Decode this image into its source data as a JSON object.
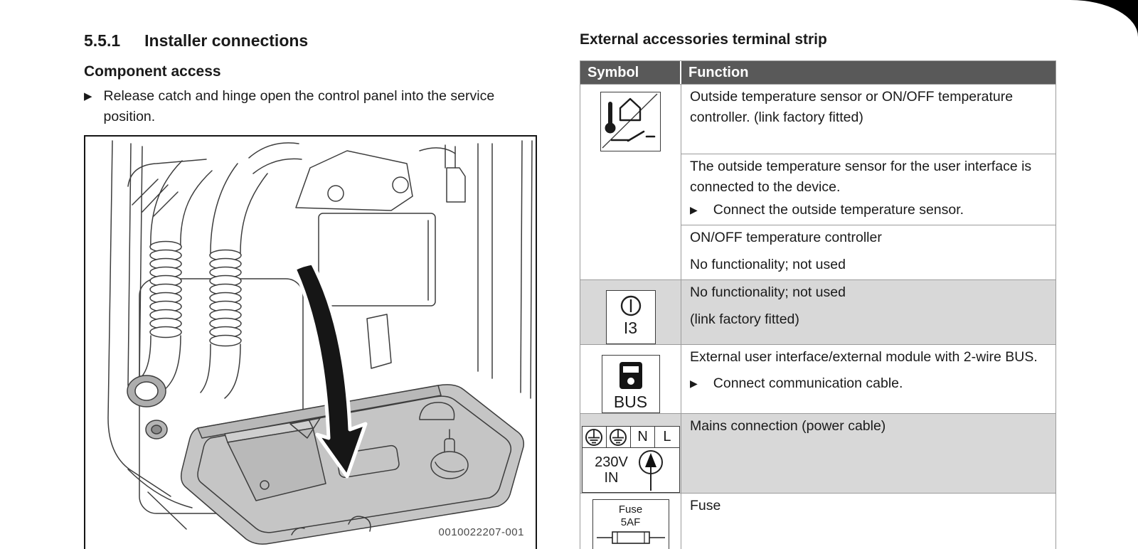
{
  "section": {
    "number": "5.5.1",
    "title": "Installer connections"
  },
  "component_access": {
    "heading": "Component access",
    "bullet": "▶",
    "text": "Release catch and hinge open the control panel into the service position."
  },
  "figure": {
    "caption": "0010022207-001"
  },
  "accessories": {
    "heading": "External accessories terminal strip",
    "table": {
      "col_symbol": "Symbol",
      "col_function": "Function",
      "sensor": {
        "row1": "Outside temperature sensor or ON/OFF temperature controller. (link factory fitted)",
        "row2_text": "The outside temperature sensor for the user interface is connected to the device.",
        "row2_bullet": "▶",
        "row2_action": "Connect the outside temperature sensor.",
        "row3_line1": "ON/OFF temperature controller",
        "row3_line2": "No functionality; not used"
      },
      "i3": {
        "label": "I3",
        "line1": "No functionality; not used",
        "line2": "(link factory fitted)"
      },
      "bus": {
        "label": "BUS",
        "line1": "External user interface/external module with 2-wire BUS.",
        "bullet": "▶",
        "action": "Connect communication cable."
      },
      "mains": {
        "terminal_n": "N",
        "terminal_l": "L",
        "label_line1": "230V",
        "label_line2": "IN",
        "text": "Mains connection (power cable)"
      },
      "fuse": {
        "label_line1": "Fuse",
        "label_line2": "5AF",
        "text": "Fuse"
      }
    }
  },
  "colors": {
    "table_header_bg": "#595959",
    "table_header_text": "#ffffff",
    "shaded_row_bg": "#d8d8d8",
    "tray_fill": "#c5c5c5",
    "line_art": "#3d3d3d",
    "text": "#1a1a1a"
  }
}
